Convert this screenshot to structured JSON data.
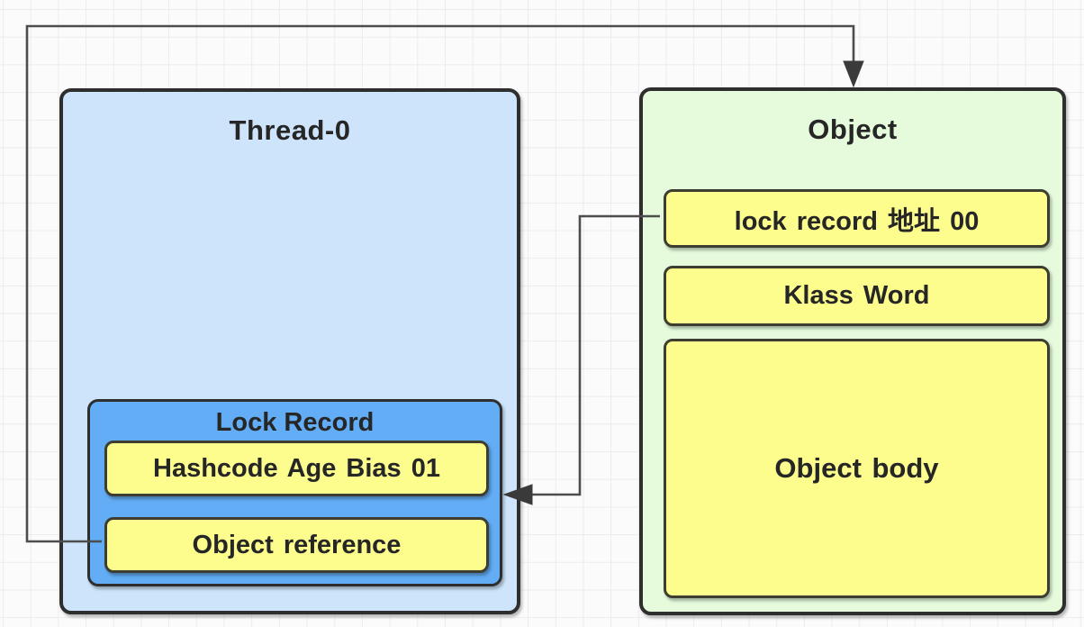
{
  "diagram": {
    "thread": {
      "title": "Thread-0",
      "lock_record": {
        "title": "Lock Record",
        "mark_word_copy": "Hashcode Age Bias 01",
        "object_reference": "Object reference"
      }
    },
    "object": {
      "title": "Object",
      "mark_word": "lock record 地址 00",
      "klass_word": "Klass Word",
      "body": "Object body"
    },
    "connectors": [
      {
        "name": "object-reference-to-object",
        "from": "Object reference",
        "to": "Object",
        "arrow": "down"
      },
      {
        "name": "lock-record-address-to-lock-record",
        "from": "lock record 地址 00",
        "to": "Lock Record",
        "arrow": "left"
      }
    ],
    "colors": {
      "canvas_bg": "#fbfbfb",
      "grid_line": "#ececec",
      "thread_fill": "#cde4fa",
      "lock_record_fill": "#62adf5",
      "cell_fill": "#fdfd8d",
      "object_fill": "#e5fbdc",
      "box_border": "#2e2e2e",
      "cell_border": "#3d3d32",
      "connector": "#4d4d4d",
      "arrow_fill": "#3a3a3a",
      "text": "#262626"
    }
  }
}
